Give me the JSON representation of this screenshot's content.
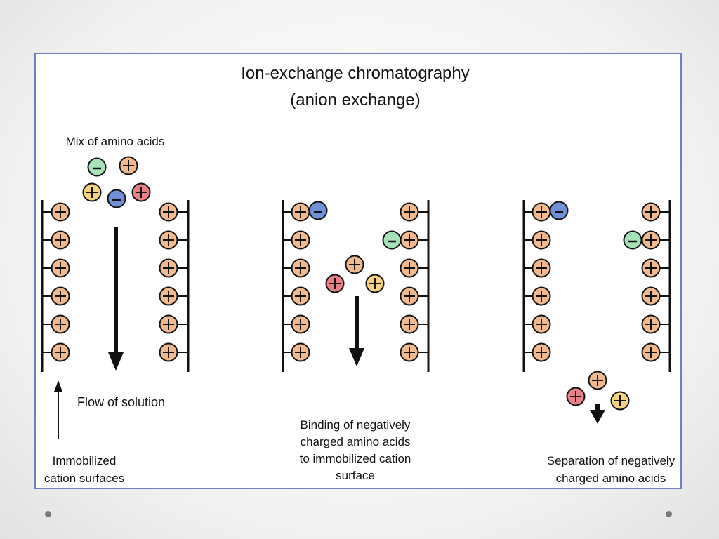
{
  "title": {
    "line1": "Ion-exchange chromatography",
    "line2": "(anion exchange)"
  },
  "labels": {
    "mix": "Mix of amino acids",
    "flow": "Flow of solution",
    "immobilized_line1": "Immobilized",
    "immobilized_line2": "cation surfaces",
    "binding_line1": "Binding of negatively",
    "binding_line2": "charged amino acids",
    "binding_line3": "to immobilized cation",
    "binding_line4": "surface",
    "separation_line1": "Separation of negatively",
    "separation_line2": "charged amino acids"
  },
  "symbols": {
    "positive": "+",
    "negative": "−"
  },
  "colors": {
    "frame_border": "#6f7fbf",
    "cation_surface": "#f2b98e",
    "amino_blue": "#6f8fd6",
    "amino_green": "#a7e3b8",
    "amino_orange": "#f2b98e",
    "amino_red": "#ea7f86",
    "amino_yellow": "#f6d17e"
  }
}
